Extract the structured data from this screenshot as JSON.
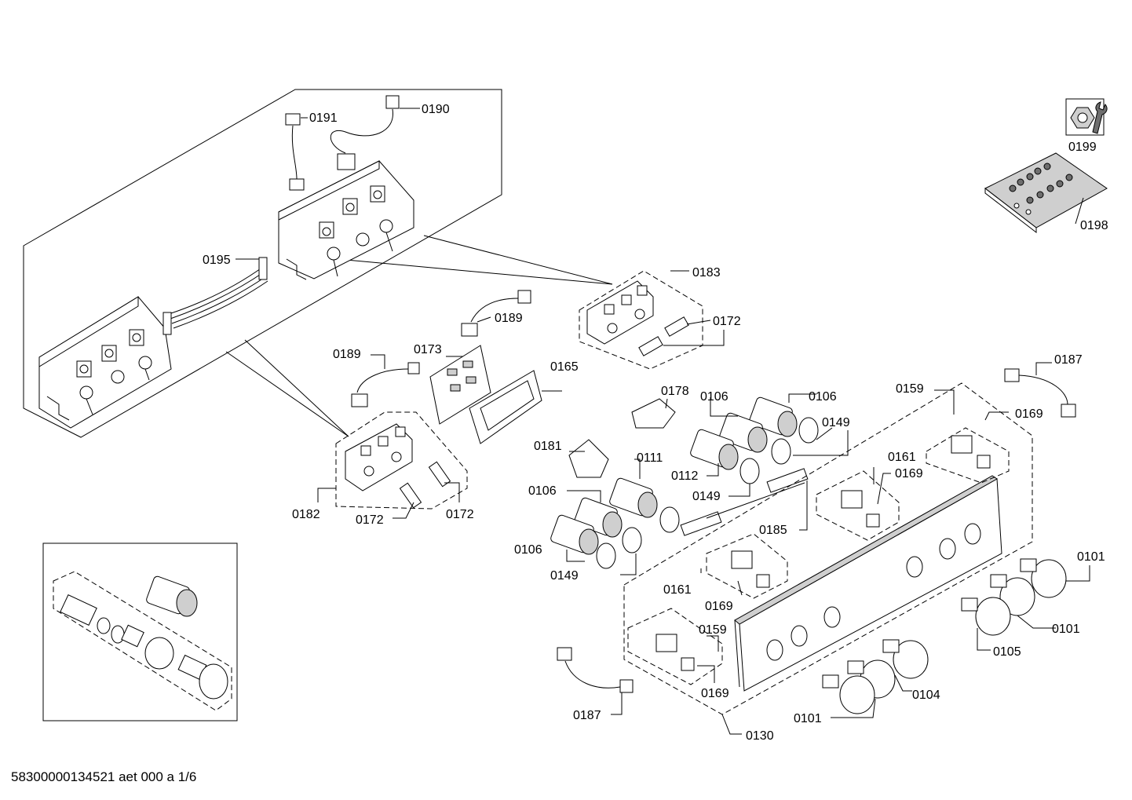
{
  "document": {
    "footer_code": "58300000134521 aet 000 a 1/6"
  },
  "parts": {
    "p0101": "0101",
    "p0104": "0104",
    "p0105": "0105",
    "p0106": "0106",
    "p0111": "0111",
    "p0112": "0112",
    "p0130": "0130",
    "p0149": "0149",
    "p0159": "0159",
    "p0161": "0161",
    "p0165": "0165",
    "p0169": "0169",
    "p0172": "0172",
    "p0173": "0173",
    "p0178": "0178",
    "p0181": "0181",
    "p0182": "0182",
    "p0183": "0183",
    "p0185": "0185",
    "p0187": "0187",
    "p0189": "0189",
    "p0190": "0190",
    "p0191": "0191",
    "p0195": "0195",
    "p0198": "0198",
    "p0199": "0199"
  },
  "icons": {
    "service_tool": "wrench-nut-icon",
    "fastener_bag": "screw-bag-icon"
  }
}
